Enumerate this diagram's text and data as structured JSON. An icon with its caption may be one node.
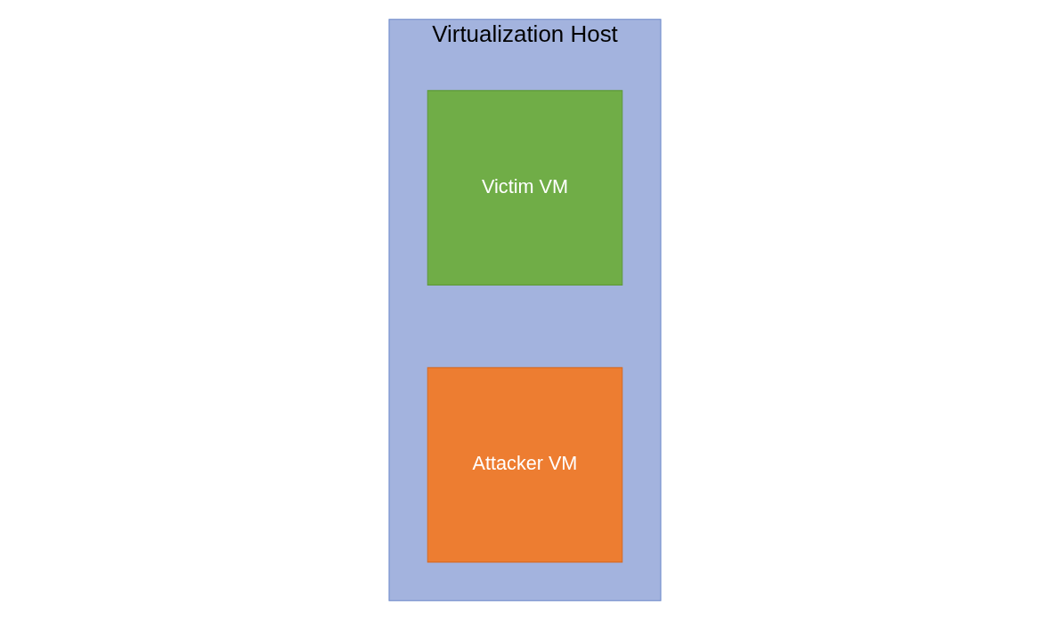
{
  "diagram": {
    "nodes": [
      {
        "text": [
          "Virtualization Host"
        ]
      },
      {
        "text": [
          "Victim VM"
        ],
        "in": 0
      },
      {
        "text": [
          "Attacker VM"
        ],
        "in": 0
      }
    ],
    "edges": []
  }
}
